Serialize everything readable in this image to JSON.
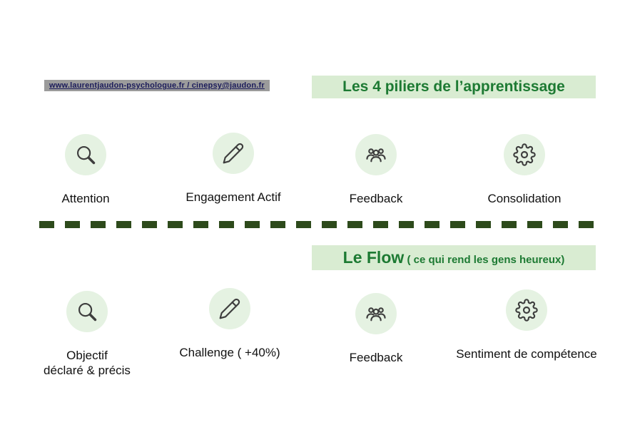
{
  "header": {
    "links_text": "www.laurentjaudon-psychologue.fr / cinepsy@jaudon.fr"
  },
  "sections": [
    {
      "title": "Les 4 piliers de l’apprentissage",
      "items": [
        {
          "icon": "magnifier-icon",
          "label": "Attention"
        },
        {
          "icon": "pencil-icon",
          "label": "Engagement Actif"
        },
        {
          "icon": "people-group-icon",
          "label": "Feedback"
        },
        {
          "icon": "gear-icon",
          "label": "Consolidation"
        }
      ]
    },
    {
      "title_main": "Le Flow",
      "title_sub": " ( ce qui rend les gens heureux)",
      "items": [
        {
          "icon": "magnifier-icon",
          "label": "Objectif\ndéclaré & précis"
        },
        {
          "icon": "pencil-icon",
          "label": "Challenge ( +40%)"
        },
        {
          "icon": "people-group-icon",
          "label": "Feedback"
        },
        {
          "icon": "gear-icon",
          "label": "Sentiment de compétence"
        }
      ]
    }
  ],
  "colors": {
    "highlight_bg": "#d9ecd2",
    "title_text": "#1d7a33",
    "divider": "#2d4a1b",
    "icon_circle_bg": "#e5f2e2",
    "icon_stroke": "#3d3d3d"
  }
}
